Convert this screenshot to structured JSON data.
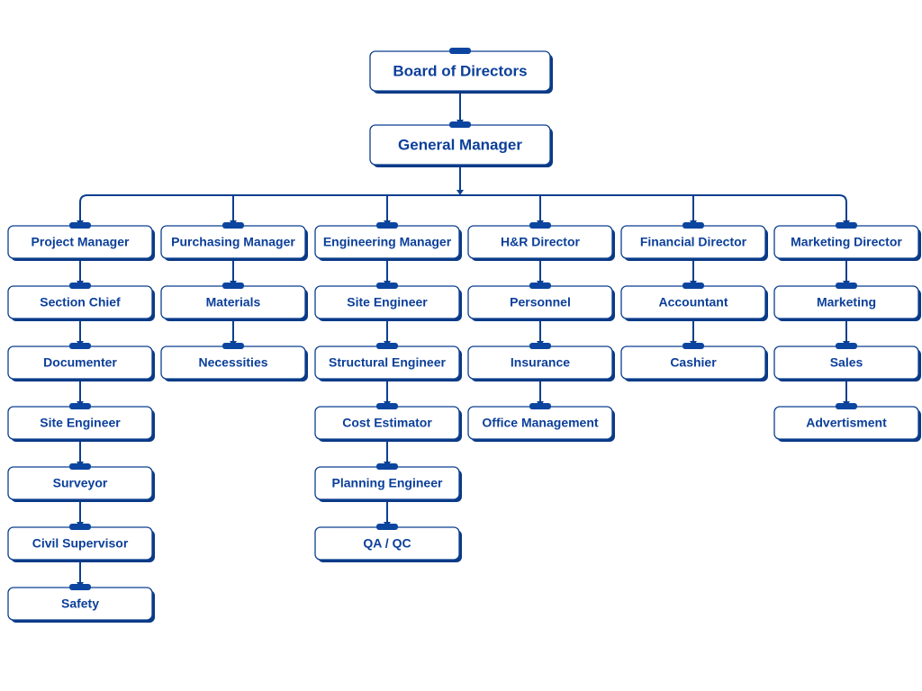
{
  "top": {
    "board": "Board of Directors",
    "gm": "General Manager"
  },
  "departments": [
    {
      "head": "Project Manager",
      "staff": [
        "Section Chief",
        "Documenter",
        "Site Engineer",
        "Surveyor",
        "Civil Supervisor",
        "Safety"
      ]
    },
    {
      "head": "Purchasing Manager",
      "staff": [
        "Materials",
        "Necessities"
      ]
    },
    {
      "head": "Engineering Manager",
      "staff": [
        "Site Engineer",
        "Structural Engineer",
        "Cost Estimator",
        "Planning Engineer",
        "QA / QC"
      ]
    },
    {
      "head": "H&R Director",
      "staff": [
        "Personnel",
        "Insurance",
        "Office Management"
      ]
    },
    {
      "head": "Financial Director",
      "staff": [
        "Accountant",
        "Cashier"
      ]
    },
    {
      "head": "Marketing Director",
      "staff": [
        "Marketing",
        "Sales",
        "Advertisment"
      ]
    }
  ],
  "colors": {
    "primary": "#0b3f9a",
    "shadow": "#0b3a86",
    "background": "#ffffff"
  }
}
